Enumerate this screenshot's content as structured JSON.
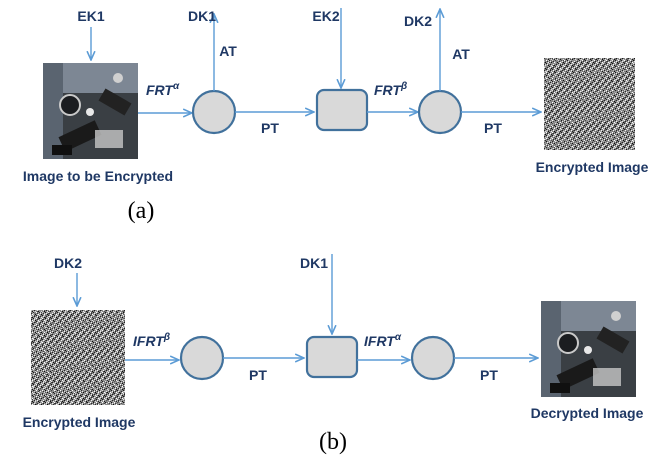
{
  "panel_a": {
    "caption": "(a)",
    "keys": {
      "ek1": "EK1",
      "dk1": "DK1",
      "ek2": "EK2",
      "dk2": "DK2"
    },
    "ops": {
      "frt_alpha": "FRT",
      "frt_beta": "FRT",
      "alpha": "α",
      "beta": "β"
    },
    "transforms": {
      "at1": "AT",
      "pt1": "PT",
      "at2": "AT",
      "pt2": "PT"
    },
    "input_label": "Image to be Encrypted",
    "output_label": "Encrypted Image"
  },
  "panel_b": {
    "caption": "(b)",
    "keys": {
      "dk2": "DK2",
      "dk1": "DK1"
    },
    "ops": {
      "ifrt_beta": "IFRT",
      "ifrt_alpha": "IFRT",
      "beta": "β",
      "alpha": "α"
    },
    "transforms": {
      "pt1": "PT",
      "pt2": "PT"
    },
    "input_label": "Encrypted Image",
    "output_label": "Decrypted Image"
  },
  "colors": {
    "text": "#1f3864",
    "arrow": "#5b9bd5",
    "node_fill": "#d9d9d9",
    "node_stroke": "#41719c"
  }
}
